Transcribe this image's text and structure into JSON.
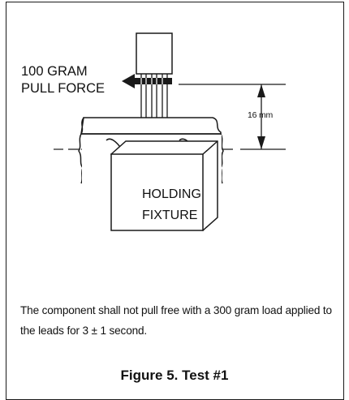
{
  "figure": {
    "pull_force_label": [
      "100 GRAM",
      "PULL FORCE"
    ],
    "dimension_label": "16 mm",
    "fixture_label": [
      "HOLDING",
      "FIXTURE"
    ],
    "note": "The component shall not pull free with a 300 gram load applied to the leads for 3 ± 1 second.",
    "caption": "Figure 5.  Test #1"
  }
}
